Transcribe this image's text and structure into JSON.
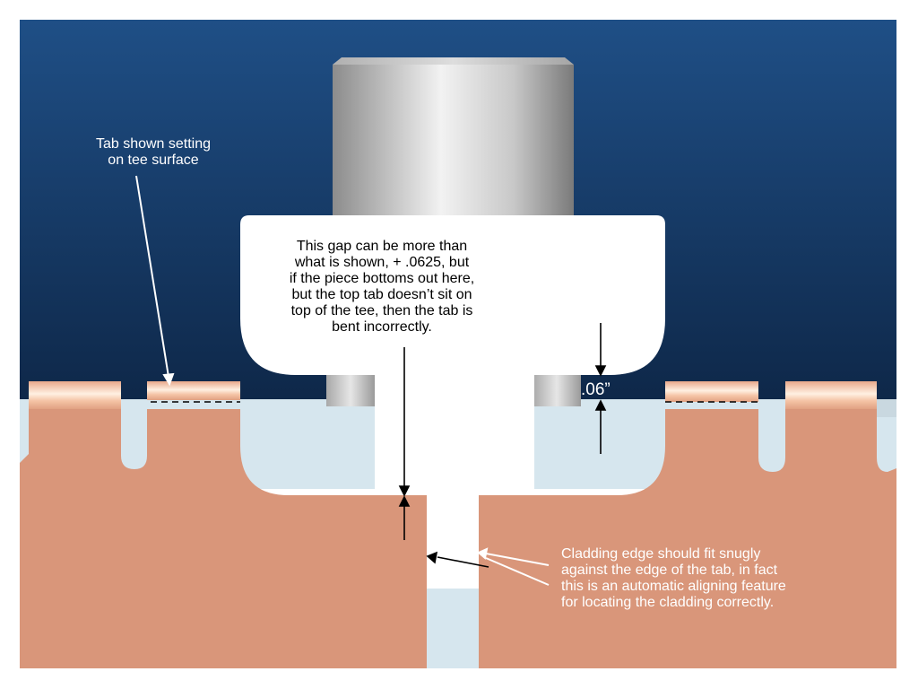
{
  "annotations": {
    "tab_note": {
      "lines": [
        "Tab shown setting",
        "on tee surface"
      ]
    },
    "gap_note": {
      "lines": [
        "This gap can be more than",
        "what is shown, + .0625, but",
        "if the piece bottoms out here,",
        "but the top tab doesn’t sit on",
        "top of the tee, then the tab is",
        "bent incorrectly."
      ]
    },
    "dimension": {
      "label": ".06”"
    },
    "cladding_note": {
      "lines": [
        "Cladding edge should fit snugly",
        "against the edge of the tab, in fact",
        "this is an automatic aligning feature",
        "for locating the cladding correctly."
      ]
    }
  },
  "colors": {
    "sky_top": "#1f4f86",
    "sky_bottom": "#0e2748",
    "cladding": "#d9967a",
    "insulation": "#d6e6ee",
    "tab_highlight": "#fde3cf",
    "tee_body": "#ffffff",
    "pipe_light": "#eeeeee",
    "pipe_dark": "#7a7a7a"
  }
}
